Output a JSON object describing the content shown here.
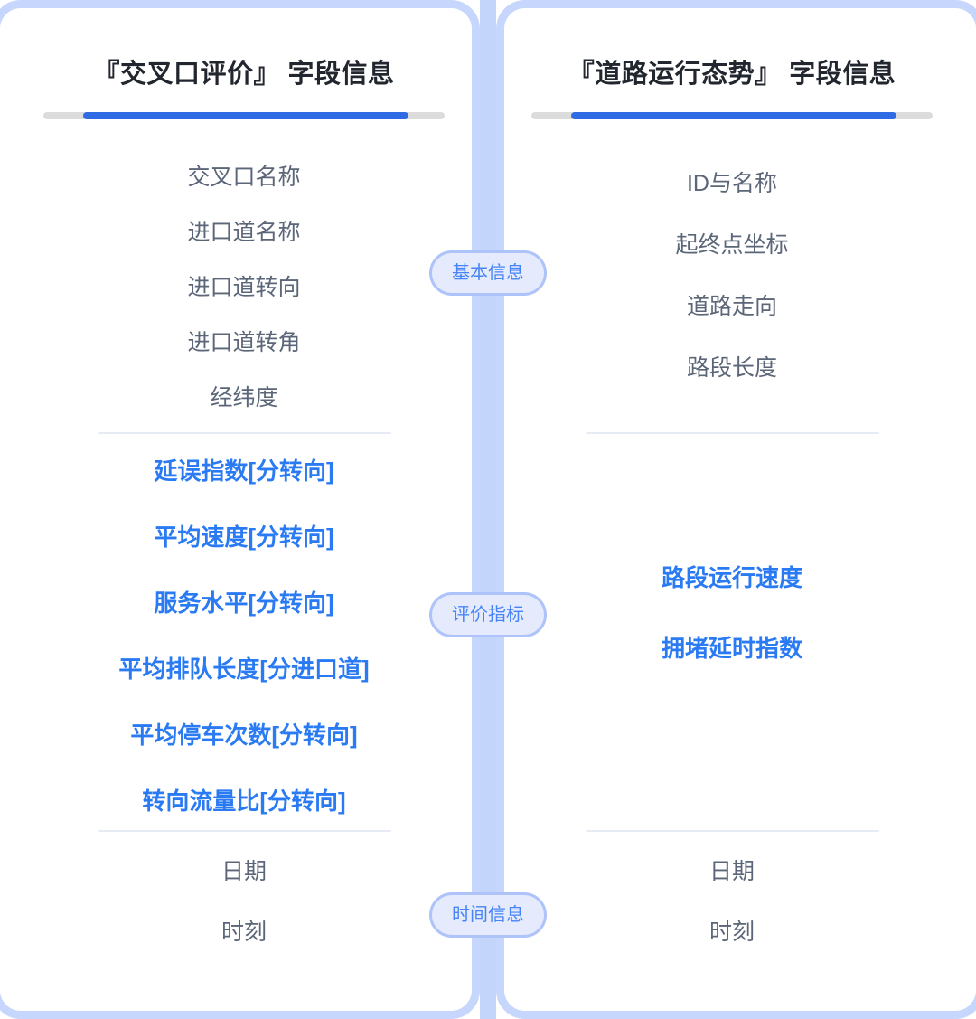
{
  "theme": {
    "card_border": "#C6D6FC",
    "spine": "#C4D5FC",
    "title_text": "#22262E",
    "field_text": "#5B6678",
    "metric_text": "#2A7BF3",
    "rule_track": "#DCDCDC",
    "rule_fill": "#2F6BE4",
    "divider": "#E7ECF4",
    "pill_fill": "#E5EBFD",
    "pill_border": "#AEC3FA",
    "pill_text": "#4784F5"
  },
  "center_labels": [
    {
      "text": "基本信息"
    },
    {
      "text": "评价指标"
    },
    {
      "text": "时间信息"
    }
  ],
  "panels": {
    "left": {
      "title": "『交叉口评价』 字段信息",
      "basic": [
        "交叉口名称",
        "进口道名称",
        "进口道转向",
        "进口道转角",
        "经纬度"
      ],
      "metrics": [
        "延误指数[分转向]",
        "平均速度[分转向]",
        "服务水平[分转向]",
        "平均排队长度[分进口道]",
        "平均停车次数[分转向]",
        "转向流量比[分转向]"
      ],
      "time": [
        "日期",
        "时刻"
      ]
    },
    "right": {
      "title": "『道路运行态势』 字段信息",
      "basic": [
        "ID与名称",
        "起终点坐标",
        "道路走向",
        "路段长度"
      ],
      "metrics": [
        "路段运行速度",
        "拥堵延时指数"
      ],
      "time": [
        "日期",
        "时刻"
      ]
    }
  }
}
